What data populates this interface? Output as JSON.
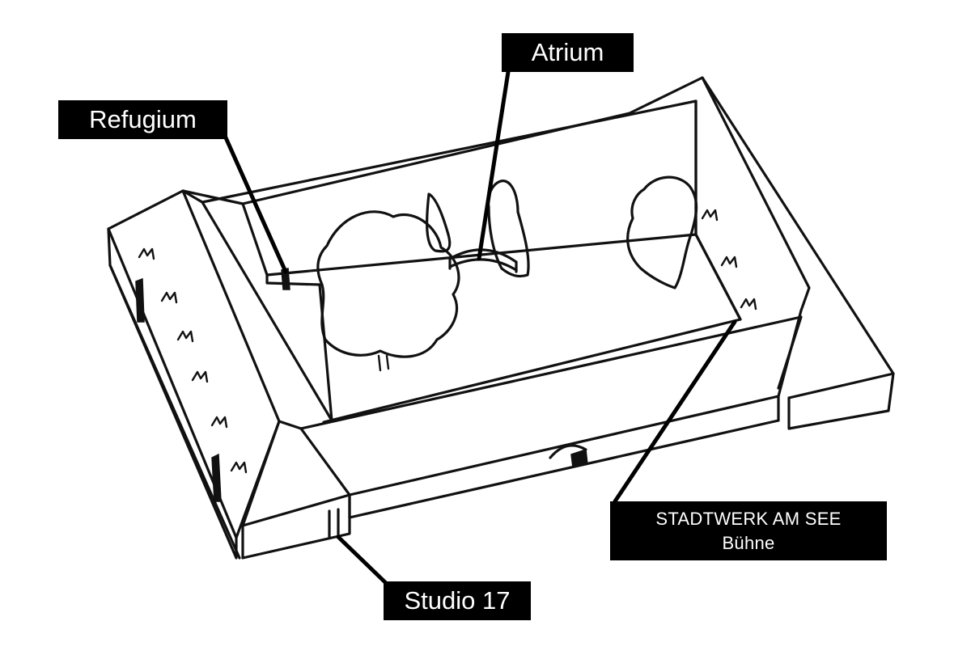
{
  "labels": {
    "atrium": "Atrium",
    "refugium": "Refugium",
    "stadtwerk": {
      "line1": "STADTWERK AM SEE",
      "line2": "Bühne"
    },
    "studio": "Studio 17"
  },
  "colors": {
    "ink": "#111111",
    "label_background": "#000000",
    "label_text": "#ffffff",
    "paper": "#ffffff"
  }
}
